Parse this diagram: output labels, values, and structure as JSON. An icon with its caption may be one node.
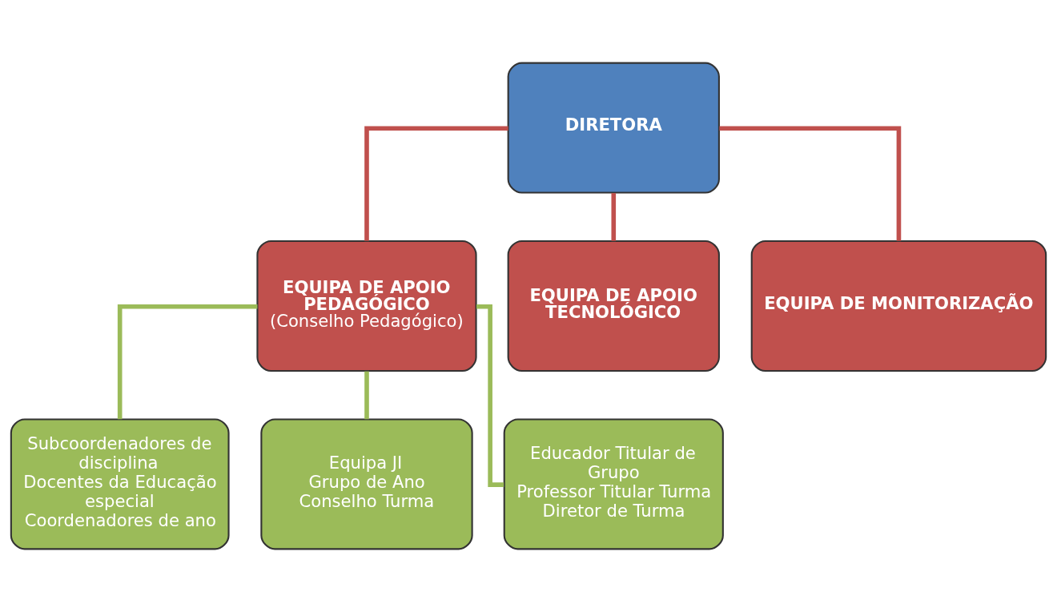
{
  "diagram": {
    "nodes": [
      {
        "text": [
          "DIRETORA"
        ]
      },
      {
        "text": [
          "EQUIPA DE APOIO PEDAGÓGICO",
          "(Conselho Pedagógico)"
        ]
      },
      {
        "text": [
          "EQUIPA DE APOIO TECNOLÓGICO"
        ]
      },
      {
        "text": [
          "EQUIPA DE MONITORIZAÇÃO"
        ]
      },
      {
        "text": [
          "Subcoordenadores de disciplina",
          "Docentes da Educação especial",
          "Coordenadores de ano"
        ]
      },
      {
        "text": [
          "Equipa JI",
          "Grupo de Ano",
          "Conselho Turma"
        ]
      },
      {
        "text": [
          "Educador Titular de Grupo",
          "Professor Titular Turma",
          "Diretor de Turma"
        ]
      }
    ],
    "edges": [
      {
        "from": 0,
        "to": 1,
        "arrow": "none",
        "color": "#c0504d"
      },
      {
        "from": 0,
        "to": 2,
        "arrow": "none",
        "color": "#c0504d"
      },
      {
        "from": 0,
        "to": 3,
        "arrow": "none",
        "color": "#c0504d"
      },
      {
        "from": 1,
        "to": 4,
        "arrow": "none",
        "color": "#9bbb59"
      },
      {
        "from": 1,
        "to": 5,
        "arrow": "none",
        "color": "#9bbb59"
      },
      {
        "from": 1,
        "to": 6,
        "arrow": "none",
        "color": "#9bbb59"
      }
    ]
  }
}
